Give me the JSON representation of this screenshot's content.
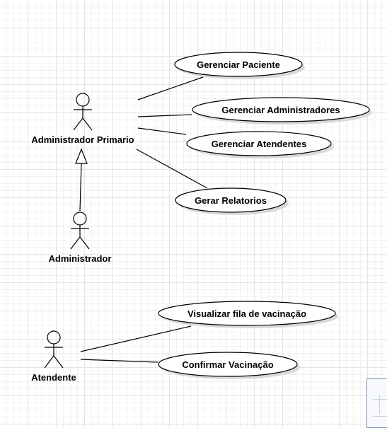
{
  "actors": {
    "admin_primario": "Administrador Primario",
    "administrador": "Administrador",
    "atendente": "Atendente"
  },
  "use_cases": {
    "gerenciar_paciente": "Gerenciar Paciente",
    "gerenciar_administradores": "Gerenciar Administradores",
    "gerenciar_atendentes": "Gerenciar Atendentes",
    "gerar_relatorios": "Gerar Relatorios",
    "visualizar_fila": "Visualizar fila de vacinação",
    "confirmar_vacinacao": "Confirmar Vacinação"
  }
}
